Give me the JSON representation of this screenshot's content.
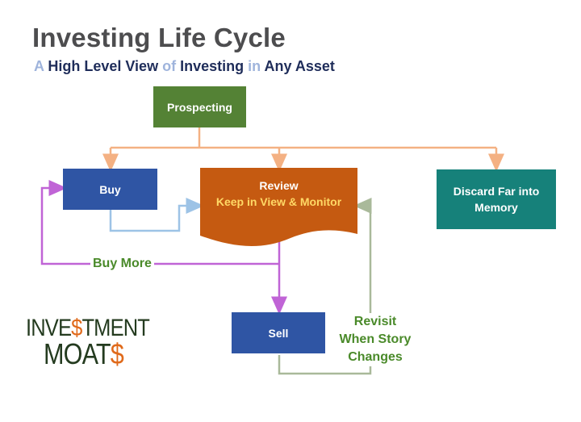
{
  "header": {
    "title": "Investing Life Cycle",
    "subtitle_parts": [
      "A",
      "High Level View",
      "of",
      "Investing",
      "in",
      "Any Asset"
    ]
  },
  "nodes": {
    "prospecting": {
      "label": "Prospecting",
      "color": "#548235"
    },
    "buy": {
      "label": "Buy",
      "color": "#2f55a4"
    },
    "review": {
      "title": "Review",
      "subtitle": "Keep in View & Monitor",
      "color": "#c55a11",
      "subtitle_color": "#ffd966"
    },
    "discard": {
      "label": "Discard Far into Memory",
      "color": "#16817a"
    },
    "sell": {
      "label": "Sell",
      "color": "#2f55a4"
    }
  },
  "edges": {
    "buy_more": {
      "label": "Buy More",
      "color": "#c064d6"
    },
    "revisit": {
      "label_lines": [
        "Revisit",
        "When Story",
        "Changes"
      ],
      "color": "#a9b99a"
    },
    "prospect_color": "#f4b183",
    "buy_to_review_color": "#9dc3e6"
  },
  "logo": {
    "line1_a": "INVE",
    "line1_dollar": "$",
    "line1_b": "TMENT",
    "line2_a": "MOAT",
    "line2_dollar": "$"
  }
}
